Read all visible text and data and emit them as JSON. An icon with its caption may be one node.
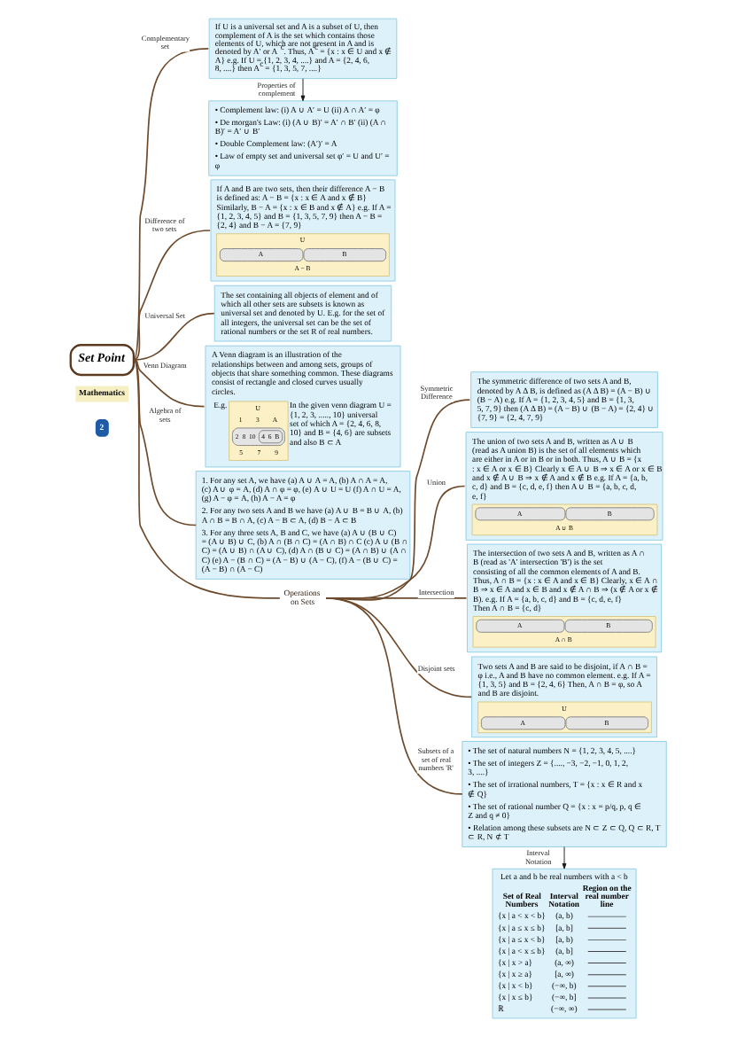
{
  "diagram": {
    "nodes": [
      {
        "text": [
          "Set Point"
        ]
      },
      {
        "text": [
          "If U is a universal set and A is a subset of U, then complement of A is the set which contains those elements of U, which are not present in A and is denoted by A′ or A$^{c}$. Thus, A$^{c}$ = {x : x ∈ U and x ∉ A} e.g. If U = {1, 2, 3, 4, ....} and A = {2, 4, 6, 8, ....} then A$^{c}$ = {1, 3, 5, 7, ....}"
        ]
      },
      {
        "text": [
          "• Complement law: (i) A ∪ A′ = U (ii) A ∩ A′ = φ",
          "• De morgan's Law: (i) (A ∪ B)′ = A′ ∩ B′ (ii) (A ∩ B)′ = A′ ∪ B′",
          "• Double Complement law: (A′)′ = A",
          "• Law of empty set and universal set φ′ = U and U′ = φ"
        ]
      },
      {
        "text": [
          "If A and B are two sets, then their difference A − B is defined as: A − B = {x : x ∈ A and x ∉ B} Similarly, B − A = {x : x ∈ B and x ∉ A} e.g. If A = {1, 2, 3, 4, 5} and B = {1, 3, 5, 7, 9} then A − B = {2, 4} and B − A = {7, 9}",
          "U",
          "A",
          "B",
          "A − B"
        ]
      },
      {
        "text": [
          "The set containing all objects of element and of which all other sets are subsets is known as universal set and denoted by U. E.g. for the set of all integers, the universal set can be the set of rational numbers or the set R of real numbers."
        ]
      },
      {
        "text": [
          "A Venn diagram is an illustration of the relationships between and among sets, groups of objects that share something common. These diagrams consist of rectangle and closed curves usually circles.",
          "E.g.",
          "U",
          "A",
          "B",
          "1",
          "2",
          "3",
          "4",
          "5",
          "6",
          "7",
          "8",
          "9",
          "10",
          "In the given venn diagram U = {1, 2, 3, ....., 10} universal set of which A = {2, 4, 6, 8, 10} and B = {4, 6} are subsets and also B ⊂ A"
        ]
      },
      {
        "text": [
          "1. For any set A, we have (a) A ∪ A = A, (b) A ∩ A = A, (c) A ∪ φ = A, (d) A ∩ φ = φ, (e) A ∪ U = U (f) A ∩ U = A, (g) A − φ = A, (h) A − A = φ",
          "2. For any two sets A and B we have (a) A ∪ B = B ∪ A, (b) A ∩ B = B ∩ A, (c) A − B ⊂ A, (d) B − A ⊂ B",
          "3. For any three sets A, B and C, we have (a) A ∪ (B ∪ C) = (A ∪ B) ∪ C, (b) A ∩ (B ∩ C) = (A ∩ B) ∩ C (c) A ∪ (B ∩ C) = (A ∪ B) ∩ (A ∪ C), (d) A ∩ (B ∪ C) = (A ∩ B) ∪ (A ∩ C) (e) A − (B ∩ C) = (A − B) ∪ (A − C), (f) A − (B ∪ C) = (A − B) ∩ (A − C)"
        ]
      },
      {
        "text": [
          "Operations on Sets"
        ]
      },
      {
        "text": [
          "The symmetric difference of two sets A and B, denoted by A Δ B, is defined as (A Δ B) = (A − B) ∪ (B − A) e.g. If A = {1, 2, 3, 4, 5} and B = {1, 3, 5, 7, 9} then (A Δ B) = (A − B) ∪ (B − A) = {2, 4} ∪ {7, 9} = {2, 4, 7, 9}"
        ]
      },
      {
        "text": [
          "The union of two sets A and B, written as A ∪ B (read as A union B) is the set of all elements which are either in A or in B or in both. Thus, A ∪ B = {x : x ∈ A or x ∈ B} Clearly x ∈ A ∪ B ⇒ x ∈ A or x ∈ B and x ∉ A ∪ B ⇒ x ∉ A and x ∉ B e.g. If A = {a, b, c, d} and B = {c, d, e, f} then A ∪ B = {a, b, c, d, e, f}",
          "A",
          "B",
          "A ∪ B"
        ]
      },
      {
        "text": [
          "The intersection of two sets A and B, written as A ∩ B (read as 'A' intersection 'B') is the set consisting of all the common elements of A and B. Thus, A ∩ B = {x : x ∈ A and x ∈ B} Clearly, x ∈ A ∩ B ⇒ x ∈ A and x ∈ B and x ∉ A ∩ B ⇒ (x ∉ A or x ∉ B). e.g. If A = {a, b, c, d} and B = {c, d, e, f} Then A ∩ B = {c, d}",
          "A",
          "B",
          "A ∩ B"
        ]
      },
      {
        "text": [
          "Two sets A and B are said to be disjoint, if A ∩ B = φ i.e., A and B have no common element. e.g. If A = {1, 3, 5} and B = {2, 4, 6} Then, A ∩ B = φ, so A and B are disjoint.",
          "A",
          "U",
          "B"
        ]
      },
      {
        "text": [
          "• The set of natural numbers N = {1, 2, 3, 4, 5, ....}",
          "• The set of integers Z = {...., −3, −2, −1, 0, 1, 2, 3, ....}",
          "• The set of irrational numbers, T = {x : x ∈ R and x ∉ Q}",
          "• The set of rational number Q = {x : x = p/q, p, q ∈ Z and q ≠ 0}",
          "• Relation among these subsets are N ⊂ Z ⊂ Q, Q ⊂ R, T ⊂ R, N ⊄ T"
        ]
      },
      {
        "text": [
          "Let a and b be real numbers with a < b",
          "Set of Real Numbers",
          "Interval Notation",
          "Region on the real number line",
          "{x | a < x < b}",
          "(a, b)",
          "{x | a ≤ x ≤ b}",
          "[a, b]",
          "{x | a ≤ x < b}",
          "[a, b)",
          "{x | a < x ≤ b}",
          "(a, b]",
          "{x | x > a}",
          "(a, ∞)",
          "{x | x ≥ a}",
          "[a, ∞)",
          "{x | x < b}",
          "(−∞, b)",
          "{x | x ≤ b}",
          "(−∞, b]",
          "ℝ",
          "(−∞, ∞)"
        ]
      }
    ],
    "edges": [
      {
        "from": 0,
        "to": 1,
        "arrow": "none",
        "label": "Complementary set"
      },
      {
        "from": 1,
        "to": 2,
        "arrow": "to",
        "label": "Properties of complement",
        "color": "#1a1a1a"
      },
      {
        "from": 0,
        "to": 3,
        "arrow": "none",
        "label": "Difference of two sets"
      },
      {
        "from": 0,
        "to": 4,
        "arrow": "none",
        "label": "Universal Set"
      },
      {
        "from": 0,
        "to": 7,
        "arrow": "none"
      },
      {
        "from": 7,
        "to": 8,
        "arrow": "none",
        "label": "Symmetric Difference"
      },
      {
        "from": 7,
        "to": 9,
        "arrow": "none",
        "label": "Union"
      },
      {
        "from": 7,
        "to": 10,
        "arrow": "none",
        "label": "Intersection"
      },
      {
        "from": 7,
        "to": 11,
        "arrow": "none",
        "label": "Disjoint sets"
      },
      {
        "from": 7,
        "to": 12,
        "arrow": "none",
        "label": "Subsets of a set of real numbers 'R'"
      },
      {
        "from": 12,
        "to": 13,
        "arrow": "to",
        "label": "Interval Notation",
        "color": "#1a1a1a"
      },
      {
        "from": 0,
        "to": 5,
        "arrow": "none",
        "label": "Venn Diagram"
      },
      {
        "from": 0,
        "to": 6,
        "arrow": "none",
        "label": "Algebra of sets"
      }
    ],
    "labels": [
      "2",
      "Mathematics"
    ]
  }
}
